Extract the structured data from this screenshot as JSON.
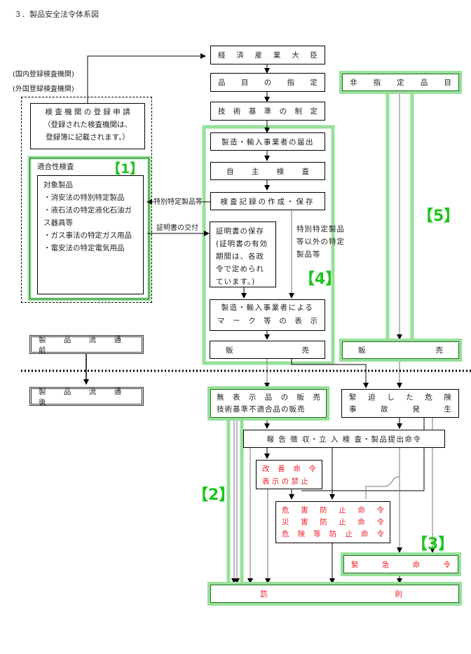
{
  "title": "３．製品安全法令体系図",
  "left": {
    "org_labels": [
      "(国内登録検査機関)",
      "(外国登録検査機関)"
    ],
    "registration": {
      "heading": "検 査 機 関 の 登 録 申 請",
      "note_line1": "（登録された検査機関は、",
      "note_line2": "登録簿に記載されます。）"
    },
    "conformity": {
      "heading": "適合性検査",
      "badge": "【1】",
      "target_heading": "対象製品",
      "items": [
        "・消安法の特別特定製品",
        "・液石法の特定液化石油ガス器具等",
        "・ガス事法の特定ガス用品",
        "・電安法の特定電気用品"
      ]
    },
    "arrow_in_label": "特別特定製品等",
    "arrow_out_label": "証明書の交付",
    "before_distribution": "製 品 流 通 前",
    "after_distribution": "製 品 流 通 後"
  },
  "center": {
    "minister": [
      "経",
      "済",
      "産",
      "業",
      "大",
      "臣"
    ],
    "item_designation": [
      "品",
      "目",
      "の",
      "指",
      "定"
    ],
    "technical_standard": [
      "技",
      "術",
      "基",
      "準",
      "の",
      "制",
      "定"
    ],
    "notification": "製造・輸入事業者の届出",
    "self_inspection": [
      "自",
      "主",
      "検",
      "査"
    ],
    "records": "検査記録の作成・保存",
    "certificate_lines": [
      "証明書の保存",
      "(証明書の有効",
      "期間は、各政",
      "令で定められ",
      "ています。)"
    ],
    "other_products_lines": [
      "特別特定製品",
      "等以外の特定",
      "製品等"
    ],
    "badge4": "【4】",
    "marking_line1": "製造・輸入事業者による",
    "marking_line2": [
      "マ",
      "ー",
      "ク",
      "等",
      "の",
      "表",
      "示"
    ],
    "sale": [
      "販",
      "売"
    ],
    "unlabeled_line1": [
      "無",
      "表",
      "示",
      "品",
      "の",
      "販",
      "売"
    ],
    "unlabeled_line2": "技術基準不適合品の販売",
    "report_order": "報 告 徴 収・立 入 検 査・製品提出命令",
    "improvement_line1": [
      "改",
      "善",
      "命",
      "令"
    ],
    "improvement_line2": "表 示 の 禁 止",
    "hazard_lines": [
      [
        "危",
        "害",
        "防",
        "止",
        "命",
        "令"
      ],
      [
        "災",
        "害",
        "防",
        "止",
        "命",
        "令"
      ],
      [
        "危",
        "険",
        "等",
        "防",
        "止",
        "命",
        "令"
      ]
    ],
    "badge2": "【2】",
    "penalty": [
      "罰",
      "則"
    ]
  },
  "right": {
    "non_designated": [
      "非",
      "指",
      "定",
      "品",
      "目"
    ],
    "badge5": "【5】",
    "sale": [
      "販",
      "売"
    ],
    "imminent_line1": [
      "緊",
      "迫",
      "し",
      "た",
      "危",
      "険"
    ],
    "imminent_line2": [
      "事",
      "故",
      "発",
      "生"
    ],
    "badge3": "【3】",
    "emergency_order": [
      "緊",
      "急",
      "命",
      "令"
    ]
  },
  "colors": {
    "highlight_green": "#97e09a",
    "badge_green": "#1fc41f",
    "order_red": "#e8202a"
  }
}
